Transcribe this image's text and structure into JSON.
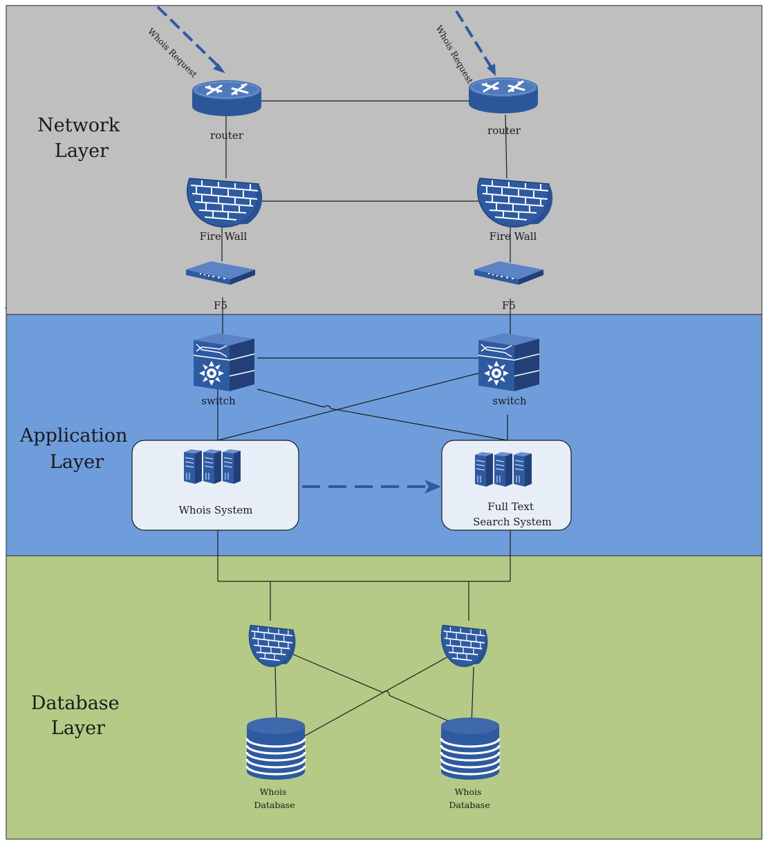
{
  "layers": {
    "network": [
      "Network",
      "Layer"
    ],
    "application": [
      "Application",
      "Layer"
    ],
    "database": [
      "Database",
      "Layer"
    ]
  },
  "requests": {
    "left": "Whois Request",
    "right": "Whois Request"
  },
  "devices": {
    "router_left": "router",
    "router_right": "router",
    "firewall_left": "Fire Wall",
    "firewall_right": "Fire Wall",
    "f5_left": "F5",
    "f5_right": "F5",
    "switch_left": "switch",
    "switch_right": "switch"
  },
  "systems": {
    "whois": "Whois System",
    "fulltext": [
      "Full Text",
      "Search System"
    ]
  },
  "databases": {
    "left": [
      "Whois",
      "Database"
    ],
    "right": [
      "Whois",
      "Database"
    ]
  },
  "colors": {
    "network_band": "#bfbfbf",
    "application_band": "#6f9ddc",
    "database_band": "#b4ca86",
    "device_blue": "#2e5aa0",
    "system_box": "#e8eef8"
  },
  "icons": {
    "router": "router-icon",
    "firewall": "firewall-icon",
    "load_balancer": "load-balancer-icon",
    "switch": "switch-icon",
    "server": "server-rack-icon",
    "database": "database-icon"
  }
}
